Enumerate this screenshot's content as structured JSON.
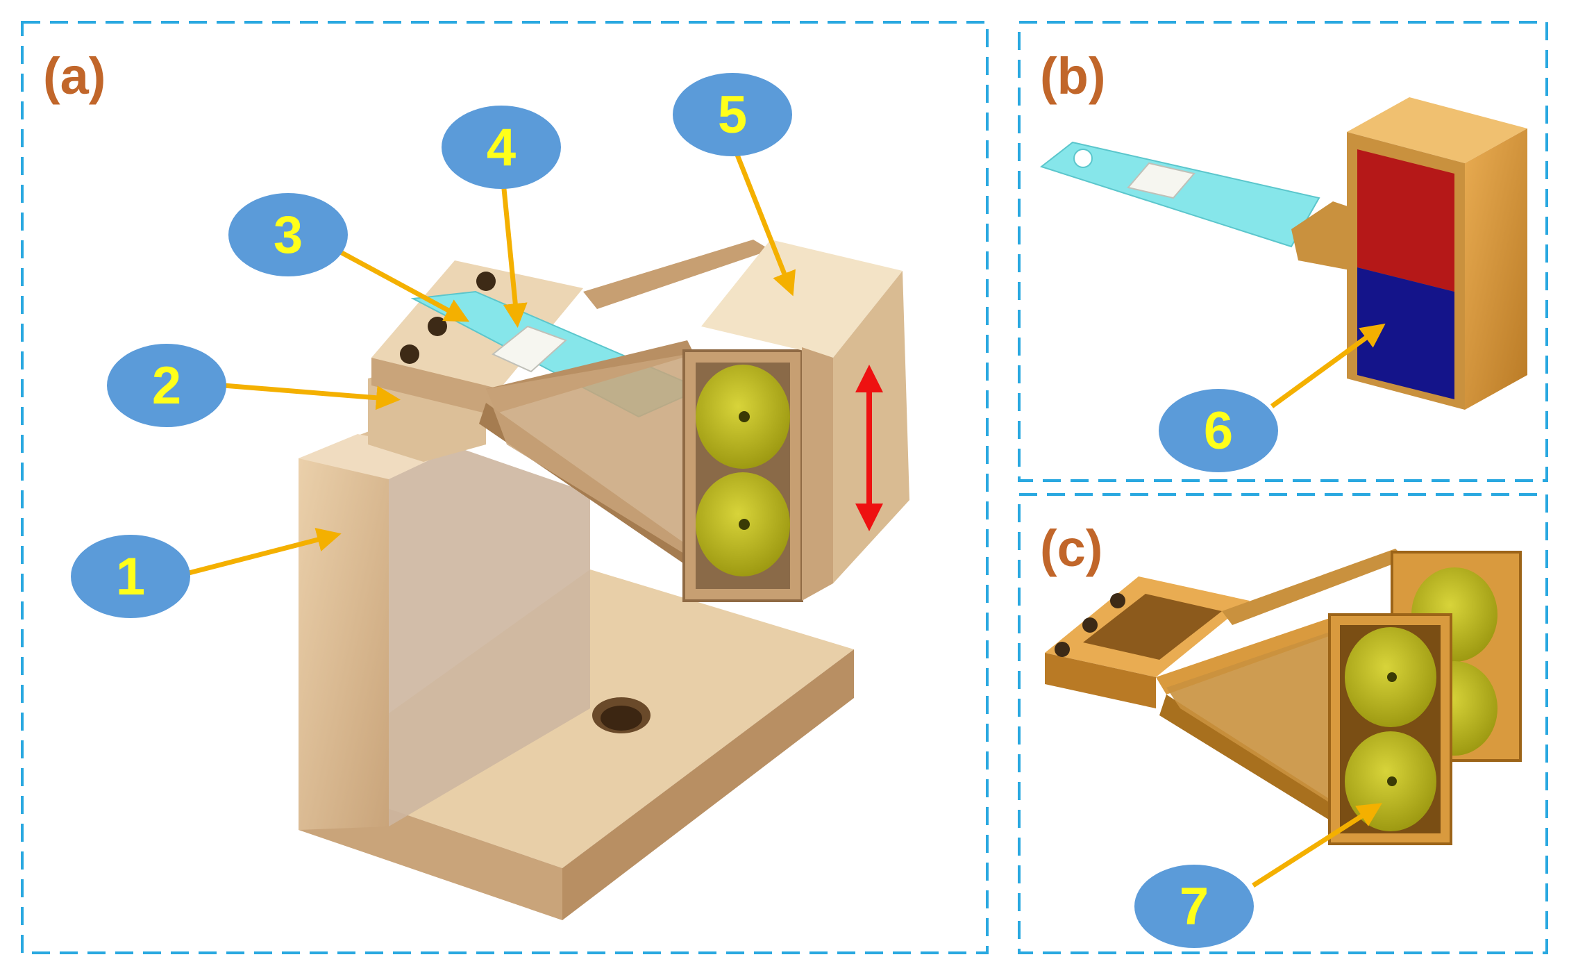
{
  "panels": [
    {
      "id": "a",
      "label": "(a)"
    },
    {
      "id": "b",
      "label": "(b)"
    },
    {
      "id": "c",
      "label": "(c)"
    }
  ],
  "callouts": [
    {
      "number": "1"
    },
    {
      "number": "2"
    },
    {
      "number": "3"
    },
    {
      "number": "4"
    },
    {
      "number": "5"
    },
    {
      "number": "6"
    },
    {
      "number": "7"
    }
  ],
  "colors": {
    "frame_dash": "#29a8e0",
    "panel_label": "#c1662a",
    "callout_fill": "#5b9bd9",
    "callout_text": "#ffff1a",
    "leader": "#f4b000",
    "wood_light": "#e6c8a0",
    "wood_orange": "#d99a3e",
    "beam_cyan": "#86e6ea",
    "cylinder": "#c2bd22",
    "magnet_red": "#b51818",
    "magnet_blue": "#14148a",
    "motion_arrow": "#ee1111"
  }
}
